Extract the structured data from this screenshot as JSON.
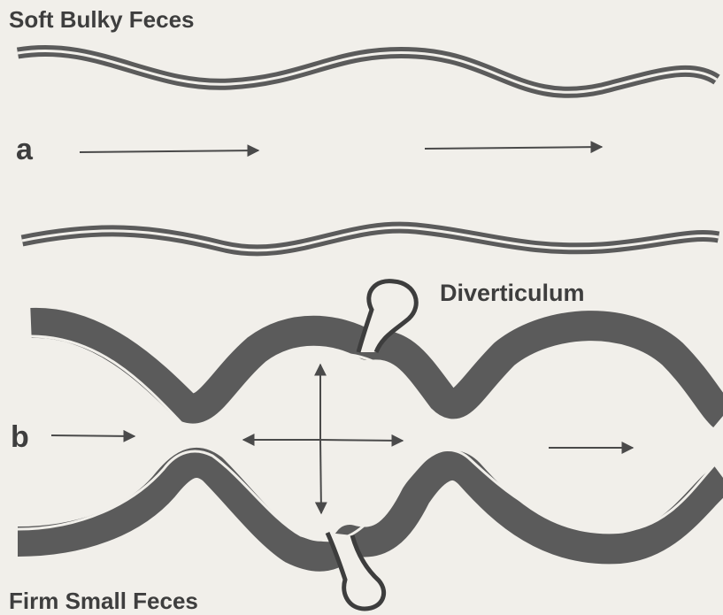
{
  "labels": {
    "top": "Soft Bulky Feces",
    "panel_a": "a",
    "panel_b": "b",
    "diverticulum": "Diverticulum",
    "bottom": "Firm Small Feces"
  },
  "colors": {
    "background": "#f1efea",
    "wall": "#5b5b5b",
    "wall_stroke": "#3d3d3d",
    "text": "#3e3e3e",
    "arrow": "#4a4a4a"
  },
  "icons": {
    "flow_arrow": "arrow-right-icon",
    "pressure_arrows": "four-way-arrow-icon"
  }
}
